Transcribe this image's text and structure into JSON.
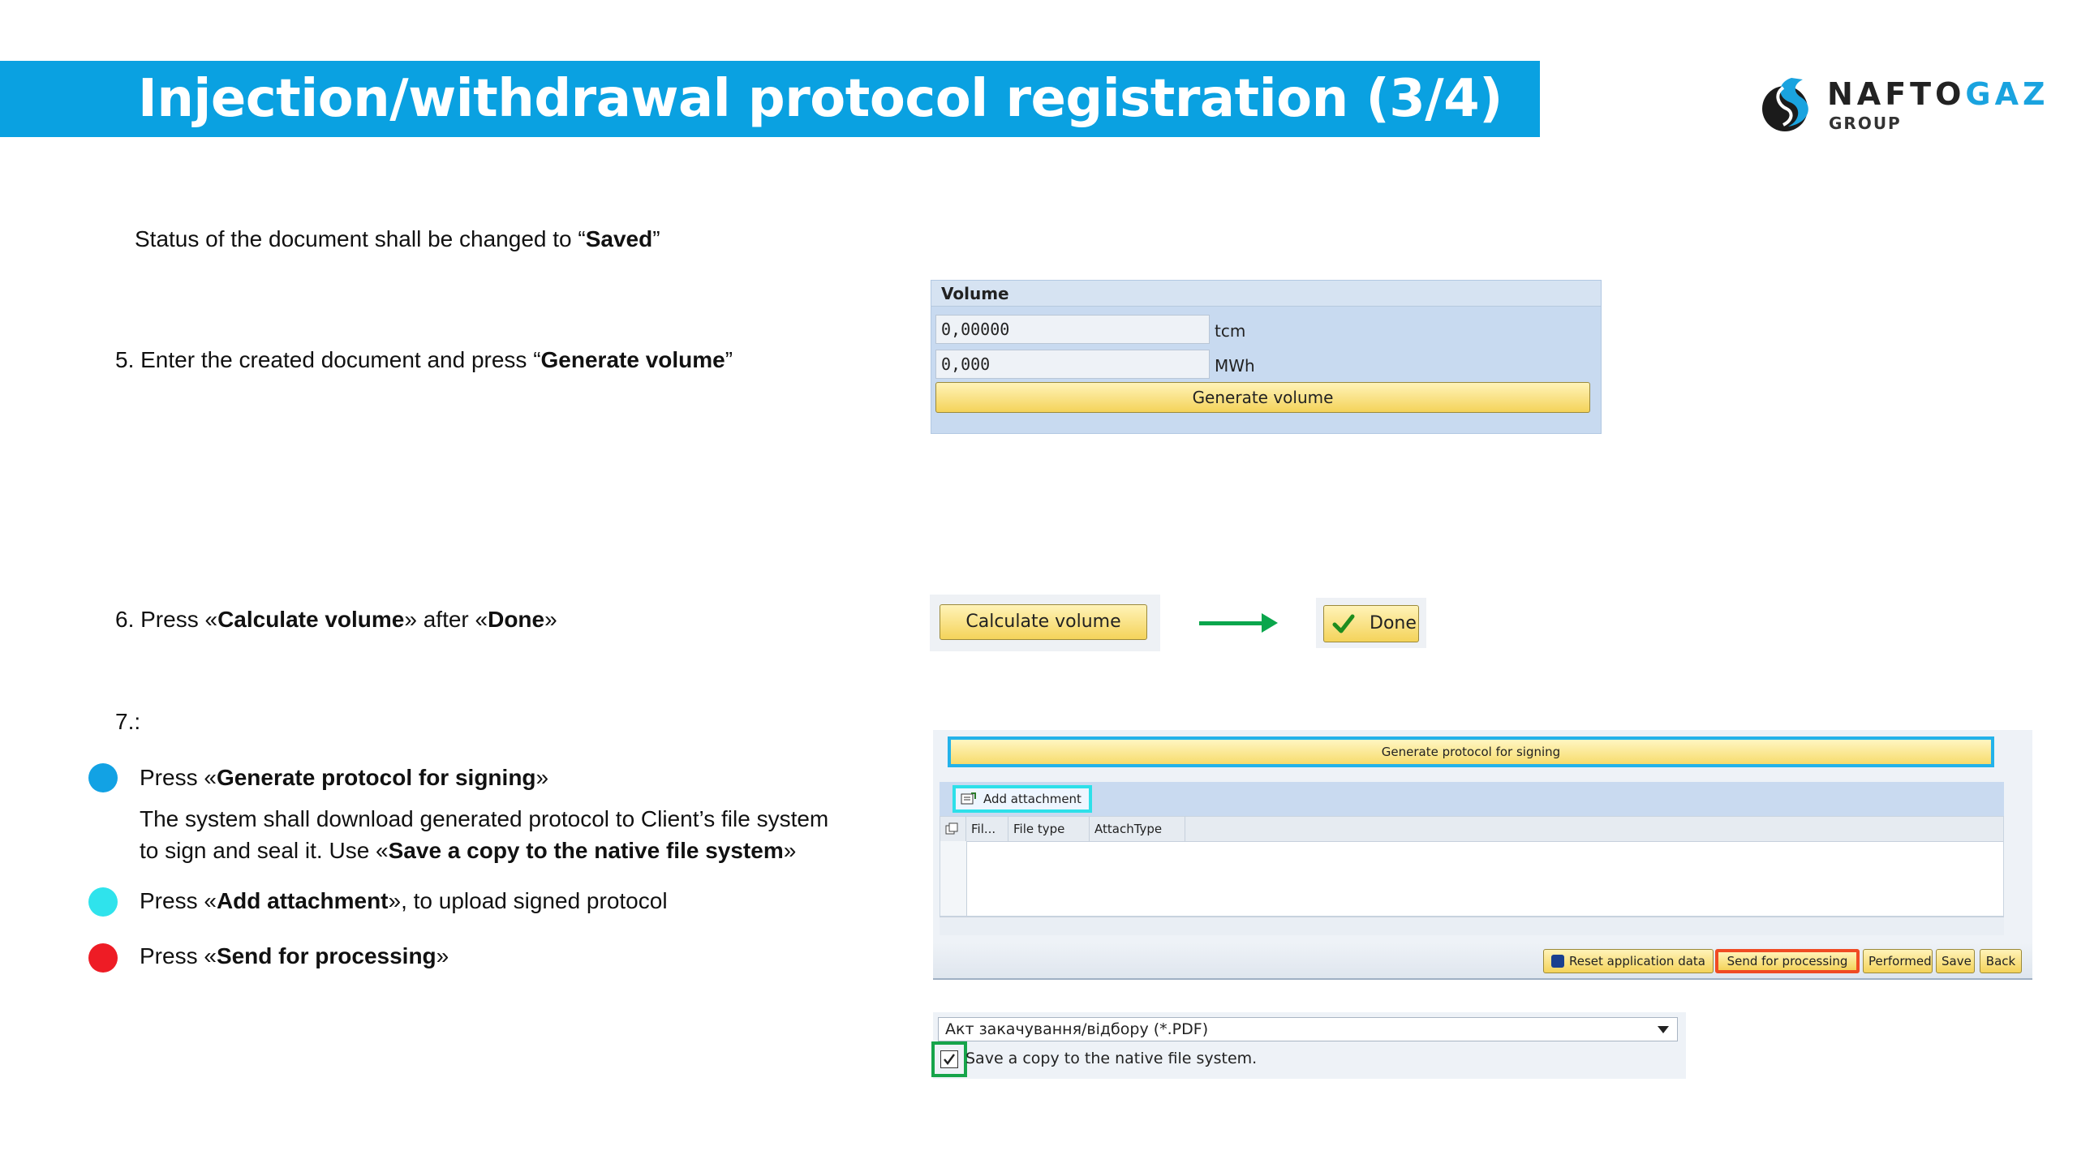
{
  "header": {
    "title": "Injection/withdrawal protocol registration (3/4)",
    "logo": {
      "name_part1": "NAFTO",
      "name_part2": "GAZ",
      "sub": "GROUP"
    },
    "colors": {
      "title_bar": "#0aa1e1"
    }
  },
  "steps": {
    "status_note": {
      "prefix": "Status of the document shall be changed to “",
      "bold": "Saved",
      "suffix": "”"
    },
    "step5": {
      "prefix": "5. Enter the created document and press “",
      "bold": "Generate volume",
      "suffix": "”"
    },
    "step6": {
      "prefix": "6. Press «",
      "bold1": "Calculate volume",
      "mid": "» after «",
      "bold2": "Done",
      "suffix": "»"
    },
    "step7": {
      "label": "7.:"
    },
    "bullet1": {
      "prefix": "Press «",
      "bold": "Generate protocol for signing",
      "suffix": "»",
      "color": "#12a2e4"
    },
    "bullet1_desc": {
      "line1": "The system shall download generated protocol to Client’s file system",
      "line2_prefix": "to sign and seal it. Use «",
      "line2_bold": "Save a copy to the native file system",
      "line2_suffix": "»"
    },
    "bullet2": {
      "prefix": "Press «",
      "bold": "Add attachment",
      "suffix": "», to upload signed protocol",
      "color": "#2fe3ec"
    },
    "bullet3": {
      "prefix": "Press «",
      "bold": "Send for processing",
      "suffix": "»",
      "color": "#ee1c25"
    }
  },
  "volume_panel": {
    "header": "Volume",
    "value_tcm": "0,00000",
    "unit_tcm": "tcm",
    "value_mwh": "0,000",
    "unit_mwh": "MWh",
    "generate_button": "Generate volume"
  },
  "calc": {
    "calculate_button": "Calculate volume",
    "done_button": "Done",
    "arrow_color": "#0aa64c"
  },
  "attachments": {
    "generate_protocol_button": "Generate protocol for signing",
    "add_attachment_button": "Add attachment",
    "columns": [
      "Fil...",
      "File type",
      "AttachType"
    ],
    "toolbar": {
      "reset": "Reset application data",
      "send": "Send for processing",
      "performed": "Performed",
      "save": "Save",
      "back": "Back"
    }
  },
  "save_dialog": {
    "file_type": "Акт закачування/відбору (*.PDF)",
    "save_copy_label": "Save a copy to the native file system.",
    "checked": true
  }
}
